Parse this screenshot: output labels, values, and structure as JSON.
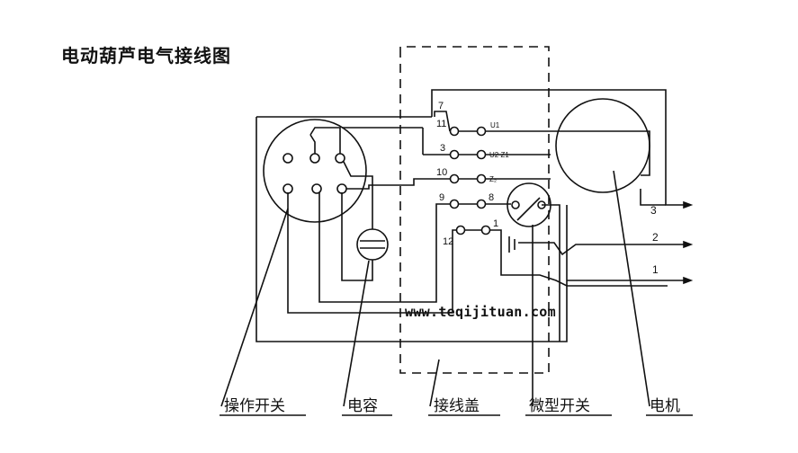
{
  "title": "电动葫芦电气接线图",
  "watermark": "www.teqijituan.com",
  "terminals": {
    "t7": "7",
    "t11": "11",
    "t3": "3",
    "t10": "10",
    "t9": "9",
    "t8": "8",
    "t12": "12",
    "t1": "1",
    "u1": "U1",
    "u2z1": "U2 Z1",
    "z2": "Z₂"
  },
  "leads": {
    "lead3": "3",
    "lead2": "2",
    "lead1": "1"
  },
  "callouts": {
    "operating_switch": "操作开关",
    "capacitor": "电容",
    "terminal_cover": "接线盖",
    "micro_switch": "微型开关",
    "motor": "电机"
  }
}
